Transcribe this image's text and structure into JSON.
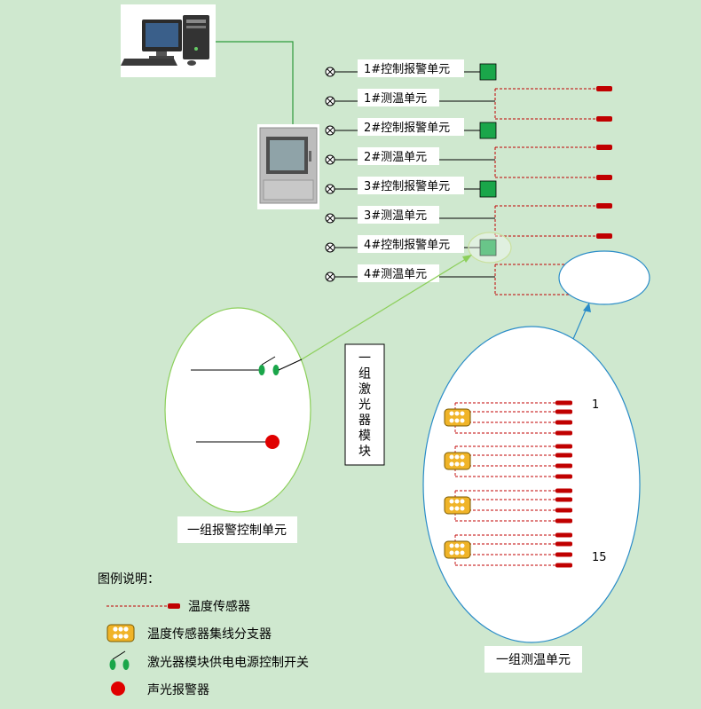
{
  "colors": {
    "background": "#cfe8cf",
    "sensor": "#c00000",
    "control_box": "#1aa64a",
    "line": "#000000",
    "dashed": "#c00000",
    "link_green": "#2e9a3c",
    "ellipse_border_green": "#7ab85e",
    "ellipse_border_blue": "#2a8cc8",
    "hub": "#f0b428",
    "alarm": "#e00000"
  },
  "rows": [
    {
      "control_label": "1#控制报警单元",
      "temp_label": "1#测温单元"
    },
    {
      "control_label": "2#控制报警单元",
      "temp_label": "2#测温单元"
    },
    {
      "control_label": "3#控制报警单元",
      "temp_label": "3#测温单元"
    },
    {
      "control_label": "4#控制报警单元",
      "temp_label": "4#测温单元"
    }
  ],
  "laser_module_chars": [
    "一",
    "组",
    "激",
    "光",
    "器",
    "模",
    "块"
  ],
  "alarm_group_label": "一组报警控制单元",
  "temp_group_label": "一组测温单元",
  "sensor_index_top": "1",
  "sensor_index_bottom": "15",
  "legend": {
    "title": "图例说明：",
    "items": [
      {
        "icon": "temperature-sensor-icon",
        "label": "温度传感器"
      },
      {
        "icon": "splitter-hub-icon",
        "label": "温度传感器集线分支器"
      },
      {
        "icon": "switch-icon",
        "label": "激光器模块供电电源控制开关"
      },
      {
        "icon": "alarm-icon",
        "label": "声光报警器"
      }
    ]
  }
}
